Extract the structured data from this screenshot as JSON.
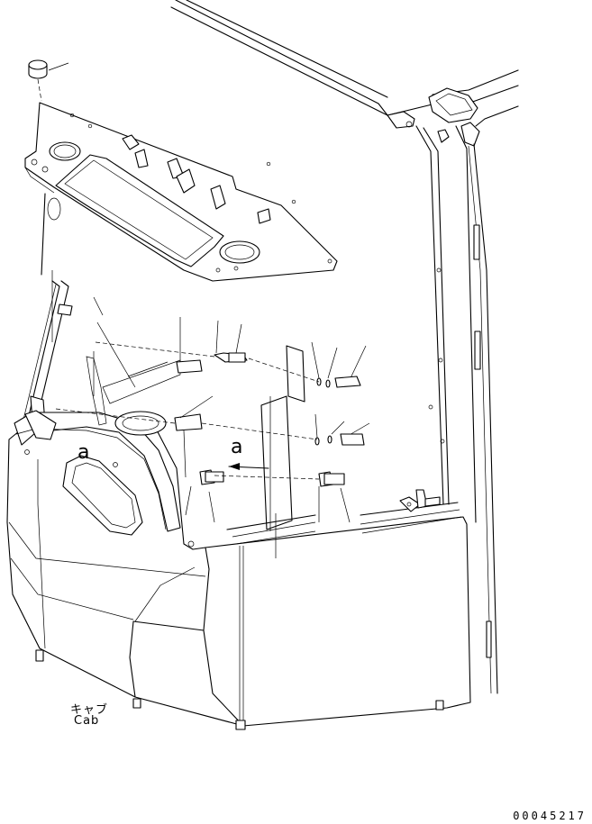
{
  "labels": {
    "cab_japanese": "キャブ",
    "cab_english": "Cab",
    "view_ref_1": "a",
    "view_ref_2": "a"
  },
  "drawing_number": "00045217"
}
